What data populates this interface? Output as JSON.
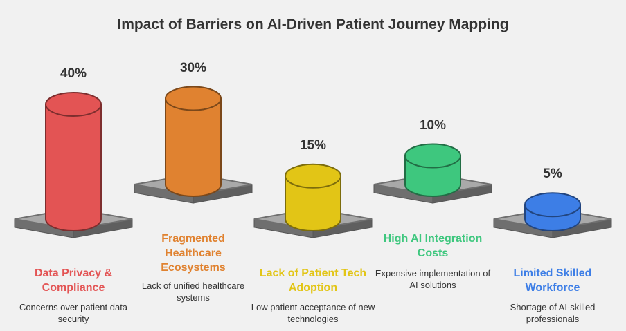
{
  "title": "Impact of Barriers on AI-Driven Patient Journey Mapping",
  "chart_data": {
    "type": "bar",
    "title": "Impact of Barriers on AI-Driven Patient Journey Mapping",
    "unit": "%",
    "categories": [
      "Data Privacy & Compliance",
      "Fragmented Healthcare Ecosystems",
      "Lack of Patient Tech Adoption",
      "High AI Integration Costs",
      "Limited Skilled Workforce"
    ],
    "values": [
      40,
      30,
      15,
      10,
      5
    ],
    "value_labels": [
      "40%",
      "30%",
      "15%",
      "10%",
      "5%"
    ],
    "descriptions": [
      "Concerns over patient data security",
      "Lack of unified healthcare systems",
      "Low patient acceptance of new technologies",
      "Expensive implementation of AI solutions",
      "Shortage of AI-skilled professionals"
    ],
    "colors": [
      "#e35454",
      "#e08230",
      "#e2c516",
      "#3ec77e",
      "#3d7ee6"
    ]
  }
}
